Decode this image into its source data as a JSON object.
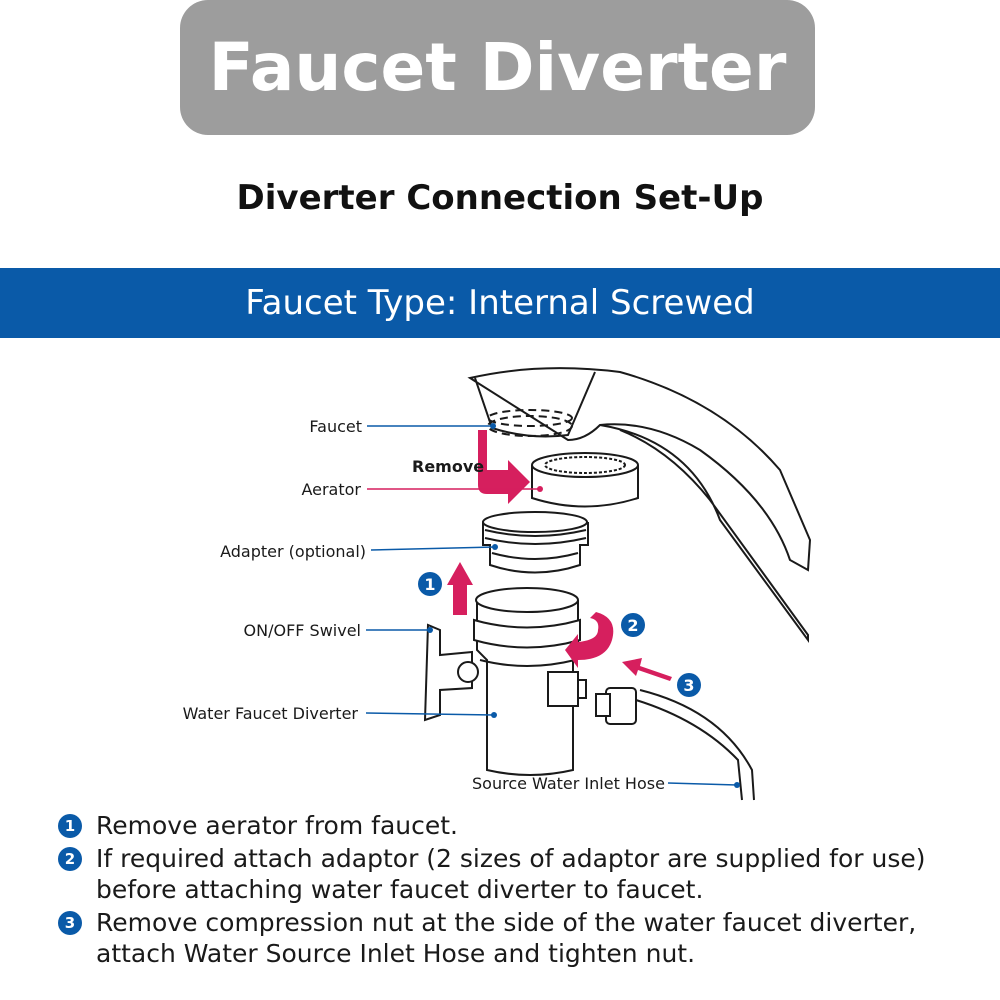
{
  "header": {
    "title": "Faucet Diverter",
    "subtitle": "Diverter Connection Set-Up"
  },
  "banner": {
    "text": "Faucet Type: Internal Screwed"
  },
  "diagram": {
    "labels": {
      "faucet": "Faucet",
      "remove": "Remove",
      "aerator": "Aerator",
      "adapter": "Adapter (optional)",
      "swivel": "ON/OFF Swivel",
      "diverter": "Water Faucet Diverter",
      "hose": "Source Water Inlet Hose"
    },
    "markers": [
      "1",
      "2",
      "3"
    ],
    "colors": {
      "accent": "#0a5aa8",
      "arrow": "#d61f5e",
      "aerator_line": "#d61f5e",
      "line": "#1a1a1a"
    }
  },
  "steps": [
    {
      "num": "1",
      "lines": [
        "Remove aerator from faucet."
      ]
    },
    {
      "num": "2",
      "lines": [
        "If required attach adaptor (2 sizes of adaptor are supplied for use)",
        "before attaching water faucet diverter to faucet."
      ]
    },
    {
      "num": "3",
      "lines": [
        "Remove compression nut at the side of the water faucet diverter,",
        "attach Water Source Inlet Hose and tighten nut."
      ]
    }
  ]
}
